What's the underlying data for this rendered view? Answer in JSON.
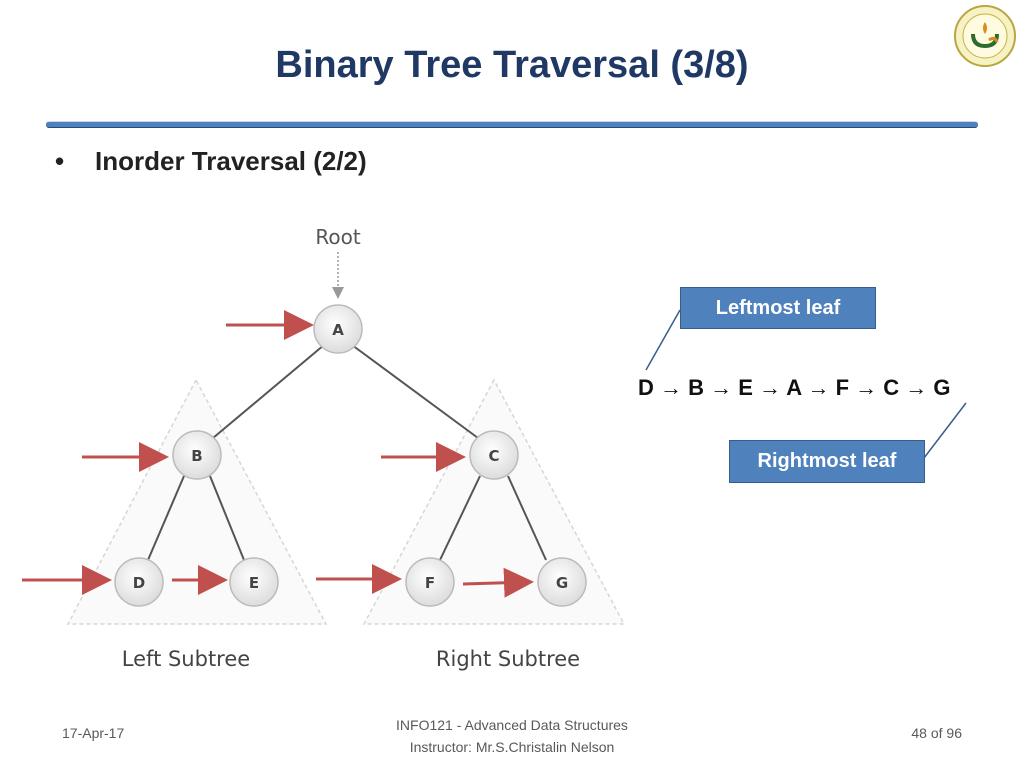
{
  "slide": {
    "title": "Binary Tree Traversal (3/8)",
    "bullet_symbol": "•",
    "bullet": "Inorder Traversal (2/2)"
  },
  "diagram": {
    "root_label": "Root",
    "nodes": [
      "A",
      "B",
      "C",
      "D",
      "E",
      "F",
      "G"
    ],
    "left_subtree_label": "Left Subtree",
    "right_subtree_label": "Right Subtree"
  },
  "callouts": {
    "leftmost": "Leftmost leaf",
    "rightmost": "Rightmost leaf"
  },
  "sequence": "D → B → E → A → F → C → G",
  "footer": {
    "date": "17-Apr-17",
    "course": "INFO121 - Advanced Data Structures",
    "instructor": "Instructor: Mr.S.Christalin Nelson",
    "page": "48 of 96"
  },
  "colors": {
    "title": "#1f3864",
    "accent": "#4f81bd",
    "arrow": "#c0504d"
  }
}
